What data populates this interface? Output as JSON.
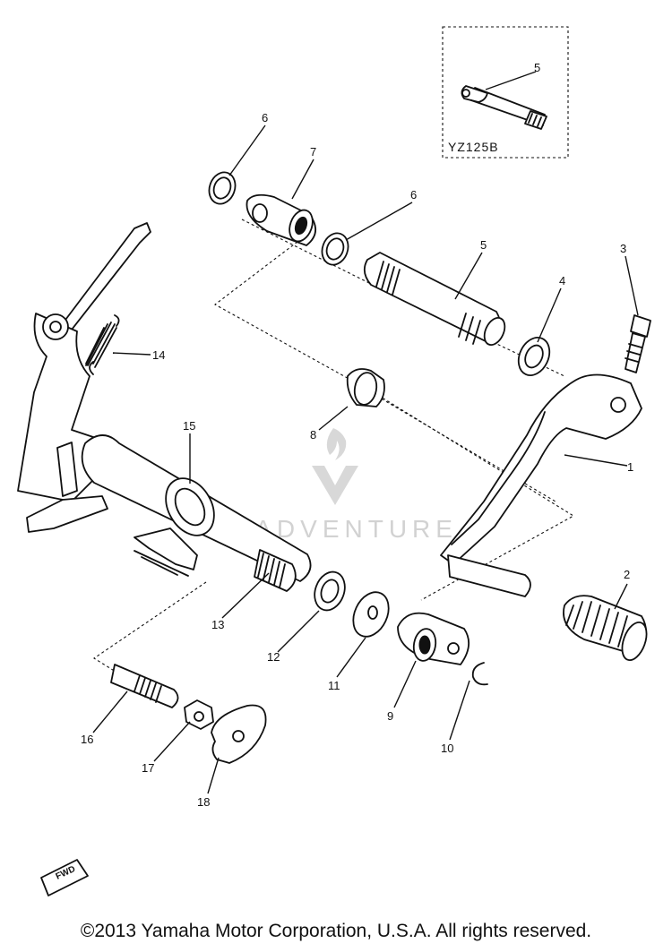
{
  "inset": {
    "label": "YZ125B",
    "part": "5"
  },
  "callouts": {
    "p1": "1",
    "p2": "2",
    "p3": "3",
    "p4": "4",
    "p5": "5",
    "p6a": "6",
    "p6b": "6",
    "p7": "7",
    "p8": "8",
    "p9": "9",
    "p10": "10",
    "p11": "11",
    "p12": "12",
    "p13": "13",
    "p14": "14",
    "p15": "15",
    "p16": "16",
    "p17": "17",
    "p18": "18"
  },
  "watermark": "LEADVENTURE",
  "fwd_symbol": "FWD",
  "copyright": "©2013 Yamaha Motor Corporation, U.S.A. All rights reserved."
}
